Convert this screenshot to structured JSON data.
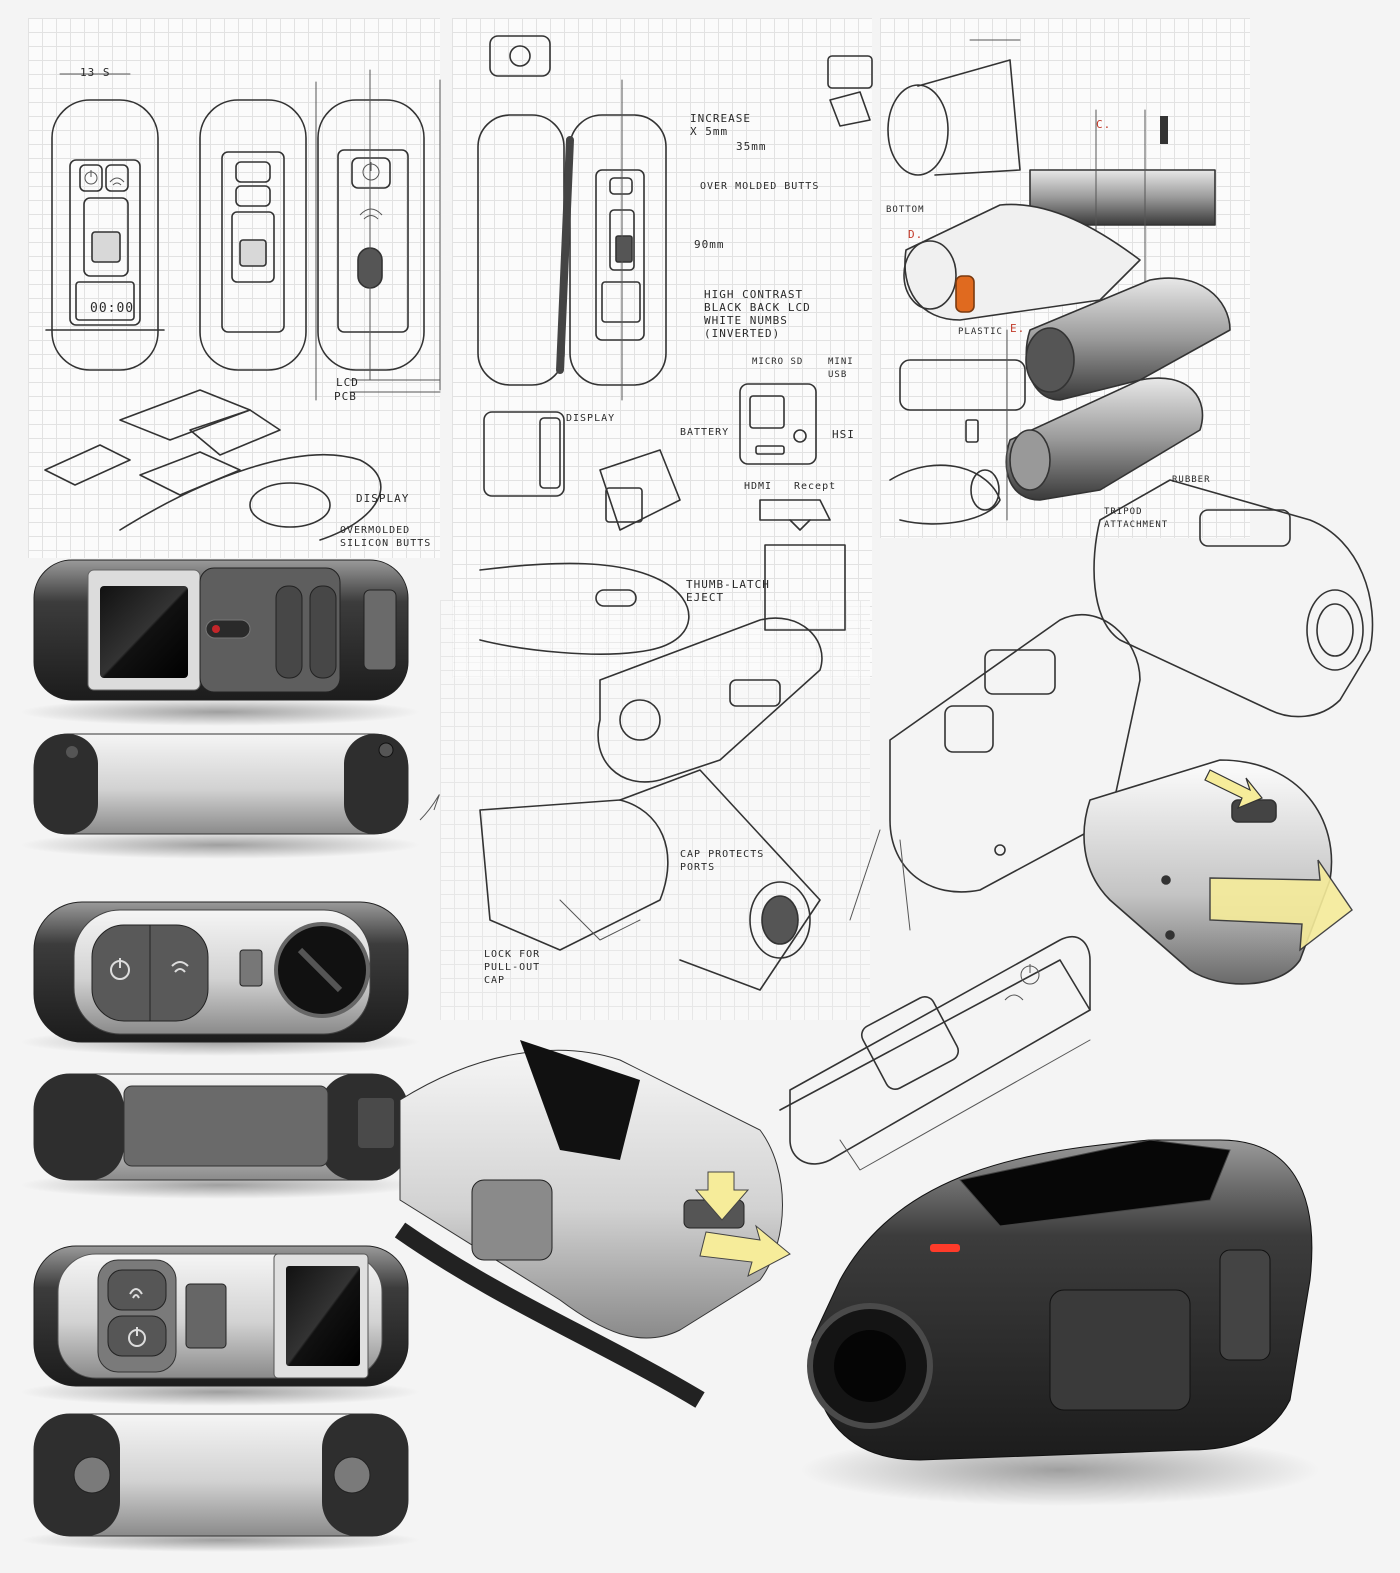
{
  "colors": {
    "paper": "#fbfbfb",
    "grid": "#e2e2e2",
    "ink": "#333333",
    "accent_orange": "#e06a1f",
    "accent_red": "#c23a2a",
    "highlight_yellow": "#f6ec9a",
    "device_dark": "#2b2b2b",
    "device_silver": "#cfcfcf"
  },
  "notes": {
    "dim": "13 S",
    "increase": "INCREASE\nX 5mm",
    "thirtyfive": "35mm",
    "overmolded": "OVER MOLDED BUTTS",
    "ninety": "90mm",
    "lcd": "HIGH CONTRAST\nBLACK BACK LCD\nWHITE NUMBS\n(INVERTED)",
    "micro_sd": "MICRO SD",
    "mini_usb": "MINI\nUSB",
    "battery": "BATTERY",
    "hdmi": "HDMI",
    "recept": "Recept",
    "hsi": "HSI",
    "display": "DISPLAY",
    "thumb_latch": "THUMB-LATCH\nEJECT",
    "cap_protects": "CAP PROTECTS\nPORTS",
    "lock_for": "LOCK FOR\nPULL-OUT\nCAP",
    "lcd_small": "LCD",
    "pcb": "PCB",
    "display_small": "DISPLAY",
    "overmolded_small": "OVERMOLDED\nSILICON BUTTS",
    "bottom": "BOTTOM",
    "plastic": "PLASTIC",
    "tripod": "TRIPOD\nATTACHMENT",
    "rubber": "RUBBER",
    "clock": "00:00",
    "label_c": "C.",
    "label_d": "D.",
    "label_e": "E."
  },
  "icons": [
    "power-icon",
    "wifi-icon",
    "arrow-icon",
    "camera-lens-icon"
  ]
}
